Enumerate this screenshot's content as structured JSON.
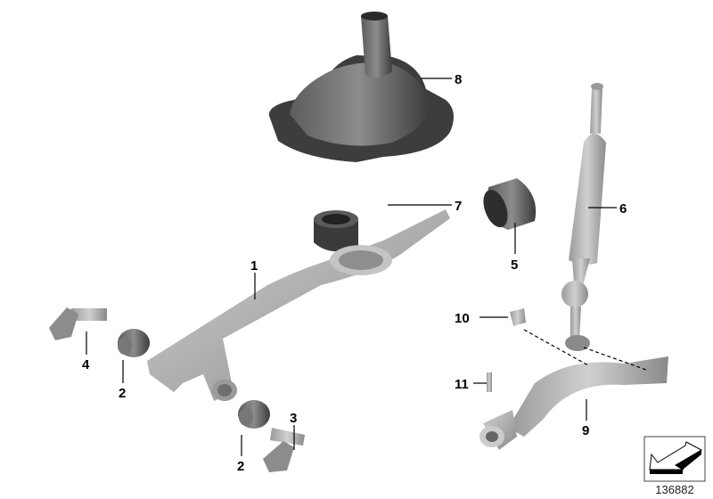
{
  "diagram": {
    "callouts": [
      {
        "id": "8",
        "label": "8"
      },
      {
        "id": "7",
        "label": "7"
      },
      {
        "id": "6",
        "label": "6"
      },
      {
        "id": "5",
        "label": "5"
      },
      {
        "id": "1",
        "label": "1"
      },
      {
        "id": "10",
        "label": "10"
      },
      {
        "id": "4",
        "label": "4"
      },
      {
        "id": "2a",
        "label": "2"
      },
      {
        "id": "11",
        "label": "11"
      },
      {
        "id": "3",
        "label": "3"
      },
      {
        "id": "9",
        "label": "9"
      },
      {
        "id": "2b",
        "label": "2"
      }
    ],
    "reference_number": "136882",
    "orientation_icon": "arrow-down-left-icon",
    "colors": {
      "part_light": "#b5b5b5",
      "part_dark": "#4a4a4a",
      "text": "#000000"
    }
  }
}
